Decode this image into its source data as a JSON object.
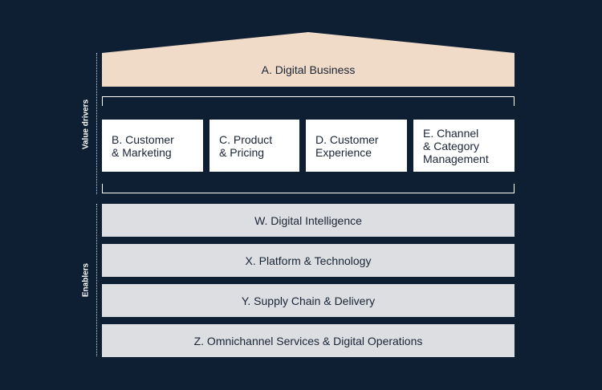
{
  "roof": {
    "label": "A. Digital Business",
    "fill": "#f0dbc8"
  },
  "side_labels": {
    "value_drivers": "Value drivers",
    "enablers": "Enablers"
  },
  "value_drivers": [
    "B. Customer\n& Marketing",
    "C. Product\n& Pricing",
    "D. Customer\nExperience",
    "E. Channel\n& Category\nManagement"
  ],
  "enablers": [
    "W. Digital Intelligence",
    "X. Platform & Technology",
    "Y. Supply Chain & Delivery",
    "Z. Omnichannel Services & Digital Operations"
  ],
  "colors": {
    "background": "#0f1f33",
    "roof": "#f0dbc8",
    "driver_box": "#ffffff",
    "enabler_bar": "#dcdee2",
    "text": "#1a2536"
  }
}
